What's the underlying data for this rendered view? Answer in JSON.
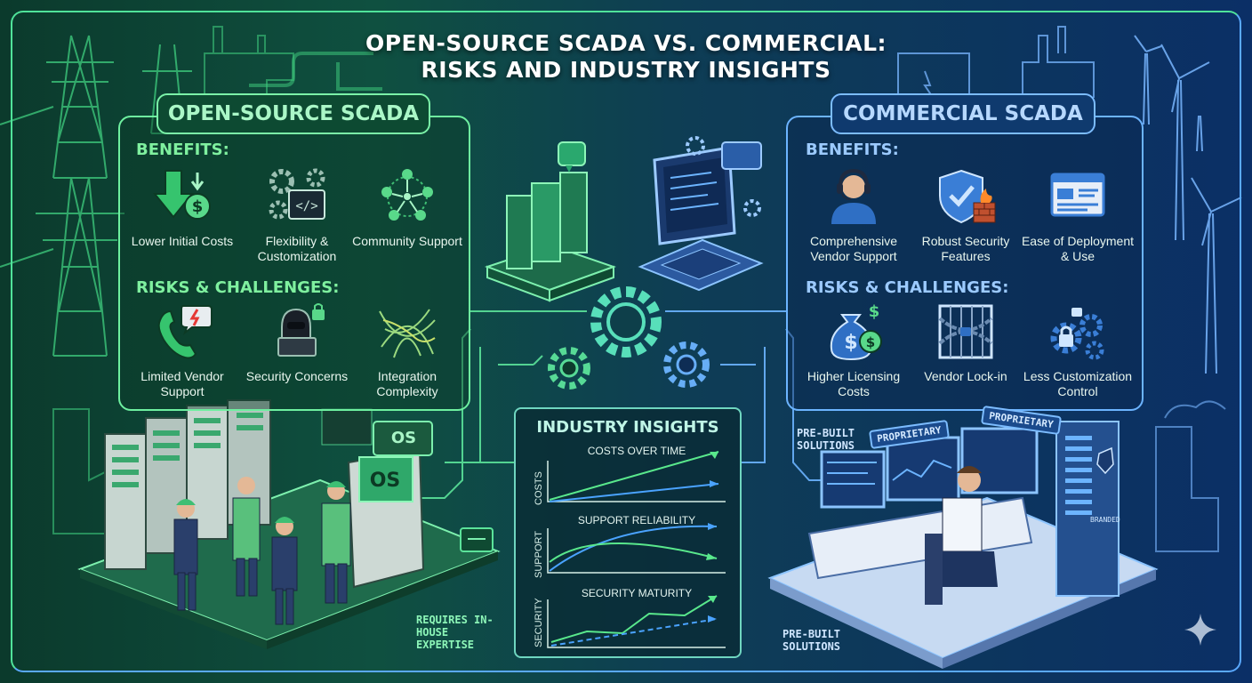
{
  "title_line1": "OPEN-SOURCE SCADA VS. COMMERCIAL:",
  "title_line2": "RISKS AND INDUSTRY INSIGHTS",
  "open_source": {
    "heading": "OPEN-SOURCE SCADA",
    "benefits_heading": "BENEFITS:",
    "benefits": [
      {
        "label": "Lower Initial Costs",
        "icon": "cost-down-icon"
      },
      {
        "label": "Flexibility & Customization",
        "icon": "gears-code-icon"
      },
      {
        "label": "Community Support",
        "icon": "community-network-icon"
      }
    ],
    "risks_heading": "RISKS & CHALLENGES:",
    "risks": [
      {
        "label": "Limited Vendor Support",
        "icon": "phone-alert-icon"
      },
      {
        "label": "Security Concerns",
        "icon": "hacker-lock-icon"
      },
      {
        "label": "Integration Complexity",
        "icon": "tangled-wires-icon"
      }
    ],
    "screen_text": "OS",
    "screen_text_2": "OS",
    "footnote": "REQUIRES IN-HOUSE EXPERTISE"
  },
  "commercial": {
    "heading": "COMMERCIAL SCADA",
    "benefits_heading": "BENEFITS:",
    "benefits": [
      {
        "label": "Comprehensive Vendor Support",
        "icon": "support-agent-icon"
      },
      {
        "label": "Robust Security Features",
        "icon": "shield-firewall-icon"
      },
      {
        "label": "Ease of Deployment & Use",
        "icon": "dashboard-window-icon"
      }
    ],
    "risks_heading": "RISKS & CHALLENGES:",
    "risks": [
      {
        "label": "Higher Licensing Costs",
        "icon": "money-bag-icon"
      },
      {
        "label": "Vendor Lock-in",
        "icon": "chained-gate-icon"
      },
      {
        "label": "Less Customization Control",
        "icon": "locked-gears-icon"
      }
    ],
    "tag_1": "PROPRIETARY",
    "tag_2": "PROPRIETARY",
    "server_label": "BRANDED",
    "prebuilt_top": "PRE-BUILT SOLUTIONS",
    "prebuilt_bottom": "PRE-BUILT SOLUTIONS"
  },
  "insights": {
    "heading": "INDUSTRY INSIGHTS",
    "charts": [
      {
        "title": "COSTS OVER TIME",
        "ylabel": "COSTS"
      },
      {
        "title": "SUPPORT RELIABILITY",
        "ylabel": "SUPPORT"
      },
      {
        "title": "SECURITY MATURITY",
        "ylabel": "SECURITY"
      }
    ]
  },
  "colors": {
    "green_accent": "#5ef08f",
    "blue_accent": "#5aa9ff",
    "insight_green": "#59e88c",
    "insight_blue": "#4aa3ff"
  }
}
